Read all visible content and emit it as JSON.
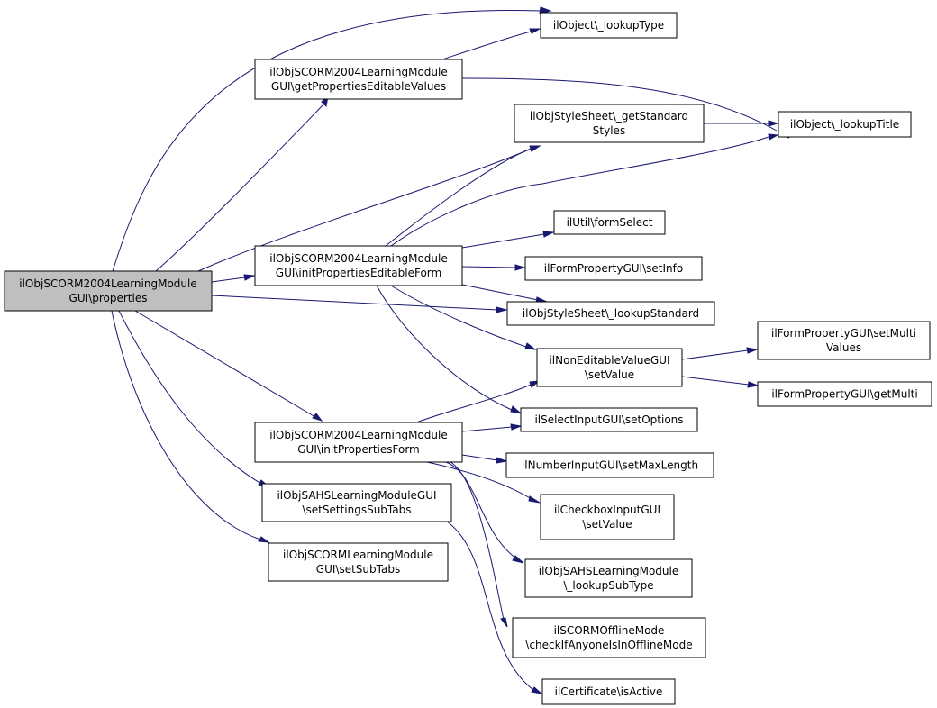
{
  "diagram": {
    "type": "call-graph",
    "colors": {
      "edge": "#191970",
      "root_fill": "#bfbfbf",
      "node_fill": "#ffffff",
      "border": "#000000"
    },
    "nodes": [
      {
        "id": "root",
        "lines": [
          "ilObjSCORM2004LearningModule",
          "GUI\\properties"
        ],
        "root": true
      },
      {
        "id": "lookupType",
        "lines": [
          "ilObject\\_lookupType"
        ]
      },
      {
        "id": "getPropVals",
        "lines": [
          "ilObjSCORM2004LearningModule",
          "GUI\\getPropertiesEditableValues"
        ]
      },
      {
        "id": "getStdStyles",
        "lines": [
          "ilObjStyleSheet\\_getStandard",
          "Styles"
        ]
      },
      {
        "id": "lookupTitle",
        "lines": [
          "ilObject\\_lookupTitle"
        ]
      },
      {
        "id": "formSelect",
        "lines": [
          "ilUtil\\formSelect"
        ]
      },
      {
        "id": "initPropEdit",
        "lines": [
          "ilObjSCORM2004LearningModule",
          "GUI\\initPropertiesEditableForm"
        ]
      },
      {
        "id": "setInfo",
        "lines": [
          "ilFormPropertyGUI\\setInfo"
        ]
      },
      {
        "id": "lookupStd",
        "lines": [
          "ilObjStyleSheet\\_lookupStandard"
        ]
      },
      {
        "id": "setMultiVals",
        "lines": [
          "ilFormPropertyGUI\\setMulti",
          "Values"
        ]
      },
      {
        "id": "nonEditSet",
        "lines": [
          "ilNonEditableValueGUI",
          "\\setValue"
        ]
      },
      {
        "id": "getMulti",
        "lines": [
          "ilFormPropertyGUI\\getMulti"
        ]
      },
      {
        "id": "setOptions",
        "lines": [
          "ilSelectInputGUI\\setOptions"
        ]
      },
      {
        "id": "initPropForm",
        "lines": [
          "ilObjSCORM2004LearningModule",
          "GUI\\initPropertiesForm"
        ]
      },
      {
        "id": "setMaxLen",
        "lines": [
          "ilNumberInputGUI\\setMaxLength"
        ]
      },
      {
        "id": "setSettingsSubTabs",
        "lines": [
          "ilObjSAHSLearningModuleGUI",
          "\\setSettingsSubTabs"
        ]
      },
      {
        "id": "checkboxSet",
        "lines": [
          "ilCheckboxInputGUI",
          "\\setValue"
        ]
      },
      {
        "id": "setSubTabs",
        "lines": [
          "ilObjSCORMLearningModule",
          "GUI\\setSubTabs"
        ]
      },
      {
        "id": "lookupSubType",
        "lines": [
          "ilObjSAHSLearningModule",
          "\\_lookupSubType"
        ]
      },
      {
        "id": "offlineMode",
        "lines": [
          "ilSCORMOfflineMode",
          "\\checkIfAnyoneIsInOfflineMode"
        ]
      },
      {
        "id": "certActive",
        "lines": [
          "ilCertificate\\isActive"
        ]
      }
    ],
    "edges": [
      {
        "from": "root",
        "to": "lookupType"
      },
      {
        "from": "root",
        "to": "getPropVals"
      },
      {
        "from": "root",
        "to": "getStdStyles"
      },
      {
        "from": "root",
        "to": "initPropEdit"
      },
      {
        "from": "root",
        "to": "lookupStd"
      },
      {
        "from": "root",
        "to": "initPropForm"
      },
      {
        "from": "root",
        "to": "setSettingsSubTabs"
      },
      {
        "from": "root",
        "to": "setSubTabs"
      },
      {
        "from": "getPropVals",
        "to": "lookupType"
      },
      {
        "from": "getPropVals",
        "to": "lookupTitle"
      },
      {
        "from": "getStdStyles",
        "to": "lookupTitle"
      },
      {
        "from": "initPropEdit",
        "to": "getStdStyles"
      },
      {
        "from": "initPropEdit",
        "to": "lookupTitle"
      },
      {
        "from": "initPropEdit",
        "to": "formSelect"
      },
      {
        "from": "initPropEdit",
        "to": "setInfo"
      },
      {
        "from": "initPropEdit",
        "to": "lookupStd"
      },
      {
        "from": "initPropEdit",
        "to": "nonEditSet"
      },
      {
        "from": "initPropEdit",
        "to": "setOptions"
      },
      {
        "from": "nonEditSet",
        "to": "setMultiVals"
      },
      {
        "from": "nonEditSet",
        "to": "getMulti"
      },
      {
        "from": "initPropForm",
        "to": "nonEditSet"
      },
      {
        "from": "initPropForm",
        "to": "setOptions"
      },
      {
        "from": "initPropForm",
        "to": "setMaxLen"
      },
      {
        "from": "initPropForm",
        "to": "checkboxSet"
      },
      {
        "from": "initPropForm",
        "to": "lookupSubType"
      },
      {
        "from": "initPropForm",
        "to": "offlineMode"
      },
      {
        "from": "setSettingsSubTabs",
        "to": "certActive"
      }
    ]
  }
}
